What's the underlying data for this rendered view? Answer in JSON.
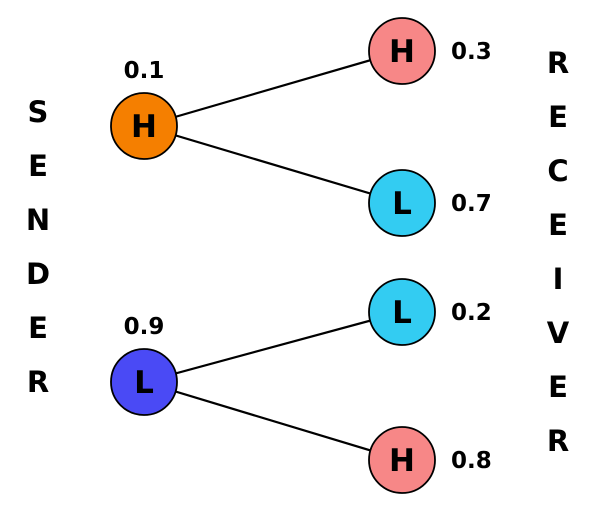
{
  "left_label": "SENDER",
  "right_label": "RECEIVER",
  "sender_nodes": [
    {
      "label": "H",
      "prob": "0.1",
      "fill": "#f57f00"
    },
    {
      "label": "L",
      "prob": "0.9",
      "fill": "#4a4af5"
    }
  ],
  "receiver_nodes": [
    {
      "label": "H",
      "prob": "0.3",
      "fill": "#f78787"
    },
    {
      "label": "L",
      "prob": "0.7",
      "fill": "#33ccf2"
    },
    {
      "label": "L",
      "prob": "0.2",
      "fill": "#33ccf2"
    },
    {
      "label": "H",
      "prob": "0.8",
      "fill": "#f78787"
    }
  ],
  "edges": [
    {
      "from": 0,
      "to": 0
    },
    {
      "from": 0,
      "to": 1
    },
    {
      "from": 1,
      "to": 2
    },
    {
      "from": 1,
      "to": 3
    }
  ]
}
